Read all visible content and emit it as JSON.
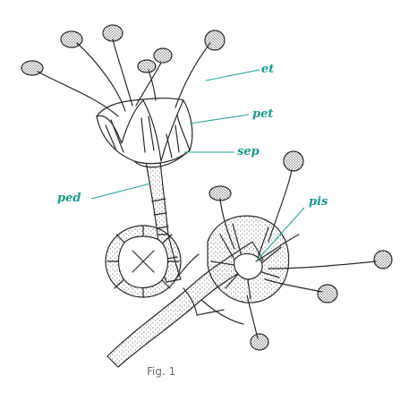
{
  "colors": {
    "label": "#1a9a8c",
    "leader": "#2aa394",
    "ink": "#2b2b2b",
    "caption": "#6a6a6a"
  },
  "labels": {
    "et": "et",
    "pet": "pet",
    "sep": "sep",
    "ped": "ped",
    "pis": "pis"
  },
  "caption": "Fig. 1"
}
